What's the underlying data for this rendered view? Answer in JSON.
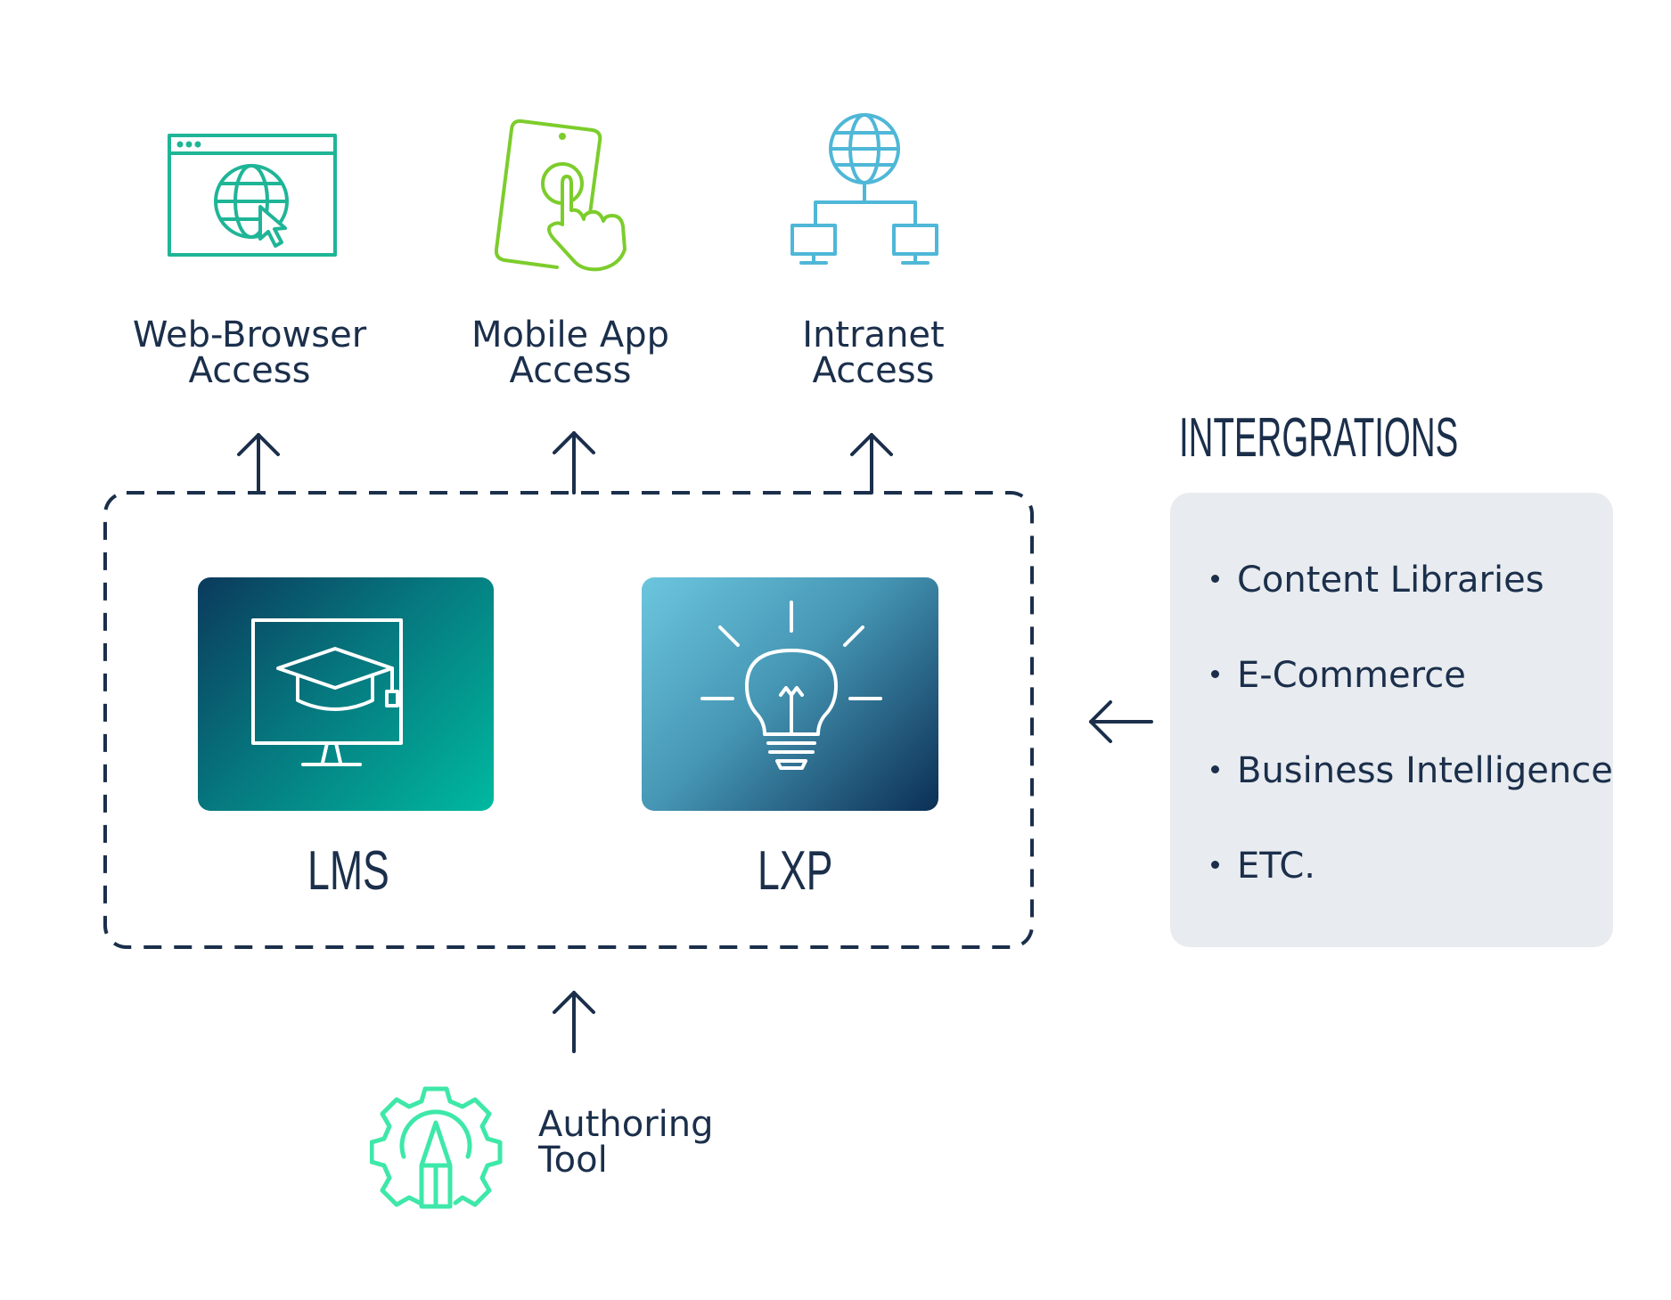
{
  "colors": {
    "navy": "#1b2f4b",
    "teal": "#1fb597",
    "lime": "#7ccd2c",
    "sky": "#4fb7d7",
    "mint": "#3ee8a8",
    "panel": "#e8ebef",
    "lms_gradient_start": "#0b3a5c",
    "lms_gradient_end": "#00b9a0",
    "lxp_gradient_start": "#6cc6de",
    "lxp_gradient_end": "#0b2f55"
  },
  "access": [
    {
      "line1": "Web-Browser",
      "line2": "Access",
      "icon": "web-browser-globe-cursor-icon"
    },
    {
      "line1": "Mobile App",
      "line2": "Access",
      "icon": "mobile-phone-tap-icon"
    },
    {
      "line1": "Intranet",
      "line2": "Access",
      "icon": "intranet-network-icon"
    }
  ],
  "platforms": [
    {
      "label": "LMS",
      "icon": "monitor-graduation-cap-icon"
    },
    {
      "label": "LXP",
      "icon": "lightbulb-icon"
    }
  ],
  "integrations": {
    "title": "INTERGRATIONS",
    "items": [
      "Content Libraries",
      "E-Commerce",
      "Business Intelligence",
      "ETC."
    ]
  },
  "authoring": {
    "line1": "Authoring",
    "line2": "Tool",
    "icon": "gear-pencil-icon"
  }
}
